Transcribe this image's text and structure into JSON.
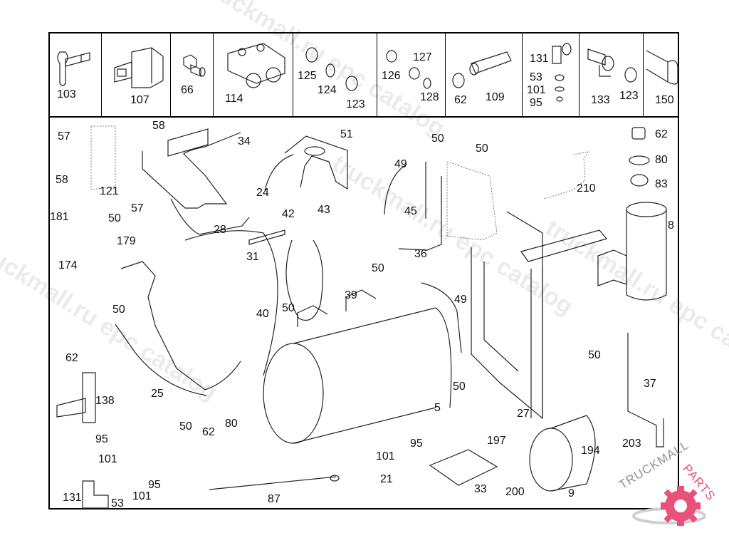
{
  "diagram": {
    "type": "exploded parts diagram",
    "subject": "air reservoir tanks and mounting brackets"
  },
  "watermarks": [
    "truckmall.ru epc catalog",
    "truckmall.ru epc catalog",
    "truckmall.ru epc catalog",
    "truckmall.ru epc catalog"
  ],
  "logo": {
    "text_grey": "TRUCKMALL",
    "text_pink": "PARTS",
    "brand_color": "#e8527a"
  },
  "top_strip": {
    "cells": [
      {
        "labels": [
          "103"
        ]
      },
      {
        "labels": [
          "107"
        ]
      },
      {
        "labels": [
          "66"
        ]
      },
      {
        "labels": [
          "114"
        ]
      },
      {
        "labels": [
          "125",
          "124",
          "123"
        ]
      },
      {
        "labels": [
          "126",
          "127",
          "128"
        ]
      },
      {
        "labels": [
          "62",
          "109"
        ]
      },
      {
        "labels": [
          "131",
          "53",
          "101",
          "95"
        ]
      },
      {
        "labels": [
          "133",
          "123"
        ]
      },
      {
        "labels": [
          "150"
        ]
      }
    ]
  },
  "callouts": {
    "c57a": "57",
    "c58a": "58",
    "c34": "34",
    "c51": "51",
    "c50a": "50",
    "c50b": "50",
    "c62a": "62",
    "c80a": "80",
    "c83": "83",
    "c58b": "58",
    "c121": "121",
    "c57b": "57",
    "c24": "24",
    "c49a": "49",
    "c45": "45",
    "c210": "210",
    "c181": "181",
    "c50c": "50",
    "c28": "28",
    "c42": "42",
    "c43": "43",
    "c8": "8",
    "c179": "179",
    "c31": "31",
    "c36": "36",
    "c174": "174",
    "c50d": "50",
    "c39": "39",
    "c49b": "49",
    "c50e": "50",
    "c40": "40",
    "c50f": "50",
    "c62b": "62",
    "c50g": "50",
    "c138": "138",
    "c25": "25",
    "c37": "37",
    "c50h": "50",
    "c5": "5",
    "c27": "27",
    "c62c": "62",
    "c80b": "80",
    "c95a": "95",
    "c197": "197",
    "c95b": "95",
    "c194": "194",
    "c203": "203",
    "c101a": "101",
    "c101b": "101",
    "c21": "21",
    "c33": "33",
    "c200": "200",
    "c9": "9",
    "c131": "131",
    "c53": "53",
    "c101c": "101",
    "c95c": "95",
    "c87": "87"
  }
}
